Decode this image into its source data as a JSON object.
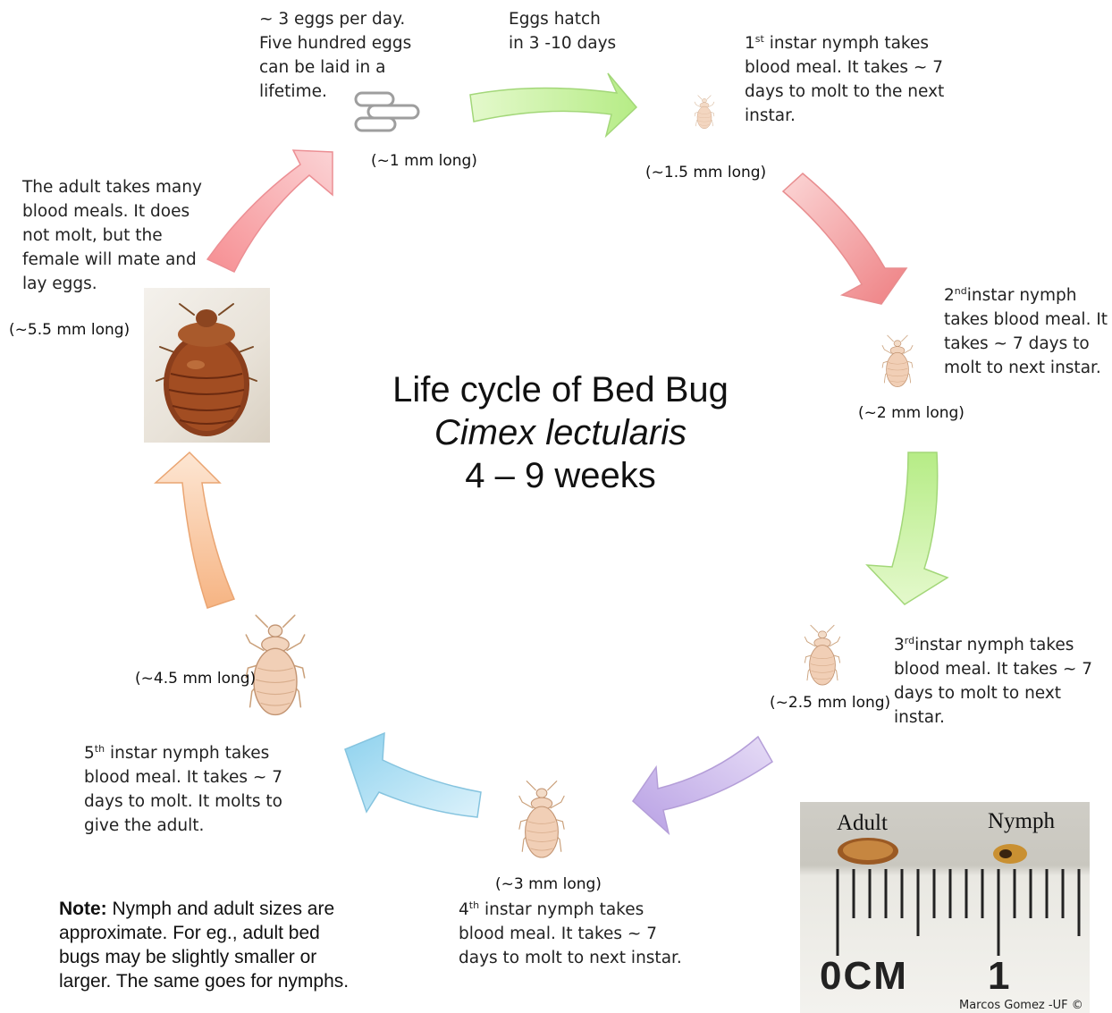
{
  "title": {
    "line1": "Life cycle of Bed Bug",
    "line2": "Cimex lectularis",
    "line3": "4 – 9 weeks"
  },
  "eggs": {
    "text": "~ 3 eggs per day.\nFive hundred eggs\ncan be laid in a\nlifetime.",
    "size": "(~1 mm long)",
    "hatch": "Eggs hatch\nin 3 -10 days"
  },
  "instar1": {
    "ordinal": "1",
    "suffix": "st",
    "text": " instar nymph takes\nblood meal. It takes ~ 7\ndays to molt to the next\ninstar.",
    "size": "(~1.5 mm long)"
  },
  "instar2": {
    "ordinal": "2",
    "suffix": "nd",
    "text": "instar nymph\ntakes blood meal. It\ntakes ~ 7 days to\nmolt to next instar.",
    "size": "(~2 mm long)"
  },
  "instar3": {
    "ordinal": "3",
    "suffix": "rd",
    "text": "instar nymph takes\nblood meal. It takes ~ 7\ndays to molt to next\ninstar.",
    "size": "(~2.5 mm long)"
  },
  "instar4": {
    "ordinal": "4",
    "suffix": "th",
    "text": " instar nymph takes\nblood meal. It takes ~ 7\ndays to molt to next instar.",
    "size": "(~3 mm long)"
  },
  "instar5": {
    "ordinal": "5",
    "suffix": "th",
    "text": " instar nymph takes\nblood meal. It takes ~ 7\ndays to molt. It molts to\ngive the adult.",
    "size": "(~4.5 mm long)"
  },
  "adult": {
    "text": "The adult takes many\nblood meals. It does\nnot molt, but the\nfemale will mate and\nlay eggs.",
    "size": "(~5.5 mm long)"
  },
  "note": {
    "label": "Note:",
    "text": " Nymph and adult sizes are approximate. For eg., adult bed bugs may be slightly smaller or larger. The same goes for nymphs."
  },
  "scale_photo": {
    "adult_label": "Adult",
    "nymph_label": "Nymph",
    "unit": "0CM",
    "one": "1",
    "credit": "Marcos Gomez -UF ©"
  },
  "colors": {
    "arrow_green": "#c6f0a0",
    "arrow_red": "#f3a1a1",
    "arrow_purple": "#c9b4ea",
    "arrow_blue": "#a9ddf2",
    "arrow_orange": "#f8c69c",
    "adult_arrow_red": "#f7a3a8"
  }
}
